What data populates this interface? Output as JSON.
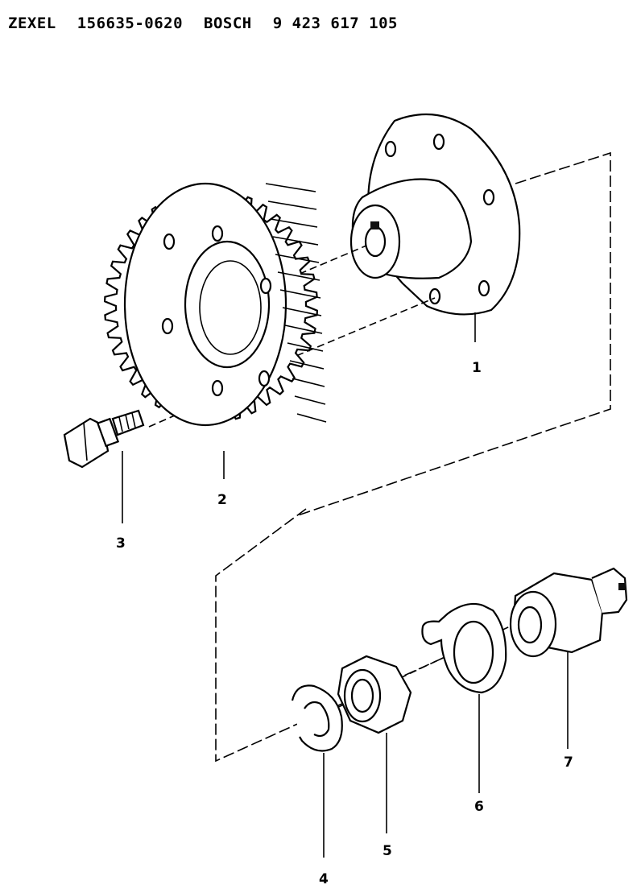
{
  "header": {
    "brand1": "ZEXEL",
    "part1": "156635-0620",
    "brand2": "BOSCH",
    "part2": "9 423 617 105"
  },
  "callouts": [
    "1",
    "2",
    "3",
    "4",
    "5",
    "6",
    "7"
  ]
}
